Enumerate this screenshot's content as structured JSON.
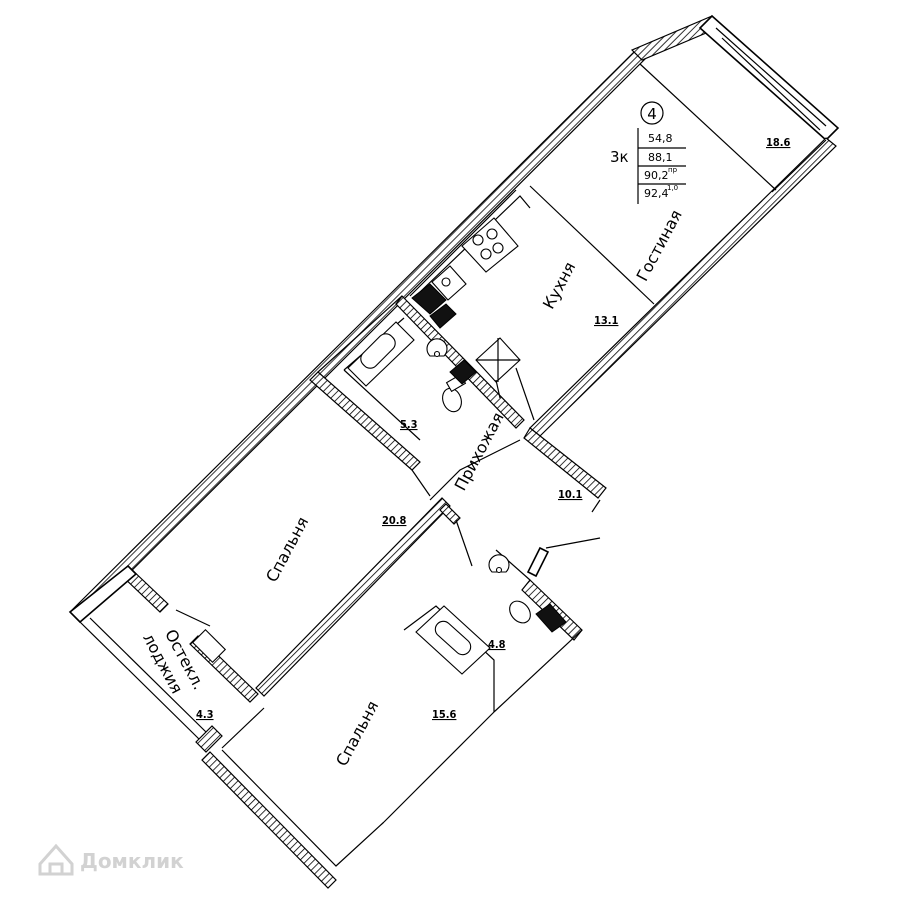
{
  "apartment_info": {
    "floor_number": "4",
    "rooms_code": "3к",
    "areas": [
      {
        "value": "54,8",
        "sup": ""
      },
      {
        "value": "88,1",
        "sup": ""
      },
      {
        "value": "90,2",
        "sup": "пр"
      },
      {
        "value": "92,4",
        "sup": "1,0"
      }
    ]
  },
  "rooms": {
    "living": {
      "label": "Гостиная",
      "area": "18.6"
    },
    "kitchen": {
      "label": "Кухня",
      "area": "13.1"
    },
    "hallway": {
      "label": "Прихожая",
      "area": "10.1"
    },
    "bathroom_1": {
      "area": "5.3"
    },
    "bedroom_1": {
      "label": "Спальня",
      "area": "20.8"
    },
    "bedroom_2": {
      "label": "Спальня",
      "area": "15.6"
    },
    "bathroom_2": {
      "area": "4.8"
    },
    "loggia": {
      "label_line1": "Остекл.",
      "label_line2": "лоджия",
      "area": "4.3"
    }
  },
  "watermark": {
    "text": "Домклик",
    "icon": "house-icon"
  }
}
